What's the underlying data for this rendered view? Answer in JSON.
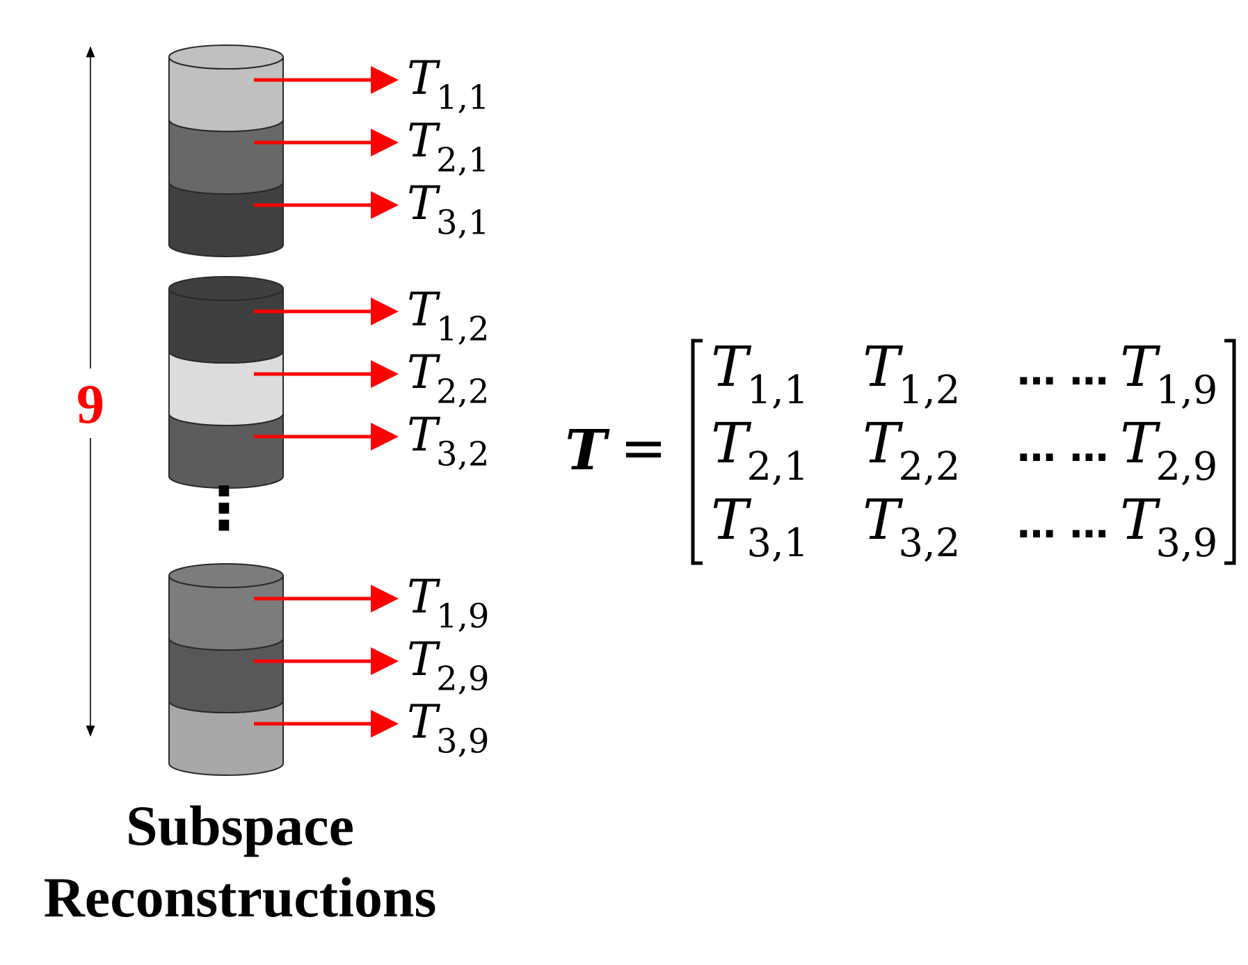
{
  "count_label": "9",
  "count_color": "#ff0000",
  "arrow_color": "#ff0000",
  "caption": [
    "Subspace",
    "Reconstructions"
  ],
  "vertical_dots": "⋮",
  "stacks": [
    {
      "layers": [
        {
          "fill": "#c0c0c0",
          "label": {
            "base": "T",
            "sub": "1,1"
          }
        },
        {
          "fill": "#686868",
          "label": {
            "base": "T",
            "sub": "2,1"
          }
        },
        {
          "fill": "#404040",
          "label": {
            "base": "T",
            "sub": "3,1"
          }
        }
      ]
    },
    {
      "layers": [
        {
          "fill": "#3f3f3f",
          "label": {
            "base": "T",
            "sub": "1,2"
          }
        },
        {
          "fill": "#dcdcdc",
          "label": {
            "base": "T",
            "sub": "2,2"
          }
        },
        {
          "fill": "#5c5c5c",
          "label": {
            "base": "T",
            "sub": "3,2"
          }
        }
      ]
    },
    {
      "layers": [
        {
          "fill": "#7c7c7c",
          "label": {
            "base": "T",
            "sub": "1,9"
          }
        },
        {
          "fill": "#585858",
          "label": {
            "base": "T",
            "sub": "2,9"
          }
        },
        {
          "fill": "#a8a8a8",
          "label": {
            "base": "T",
            "sub": "3,9"
          }
        }
      ]
    }
  ],
  "equation": {
    "lhs": "T",
    "equals": "=",
    "ellipsis": "… …",
    "rows": [
      [
        {
          "base": "T",
          "sub": "1,1"
        },
        {
          "base": "T",
          "sub": "1,2"
        },
        {
          "base": "T",
          "sub": "1,9"
        }
      ],
      [
        {
          "base": "T",
          "sub": "2,1"
        },
        {
          "base": "T",
          "sub": "2,2"
        },
        {
          "base": "T",
          "sub": "2,9"
        }
      ],
      [
        {
          "base": "T",
          "sub": "3,1"
        },
        {
          "base": "T",
          "sub": "3,2"
        },
        {
          "base": "T",
          "sub": "3,9"
        }
      ]
    ]
  }
}
